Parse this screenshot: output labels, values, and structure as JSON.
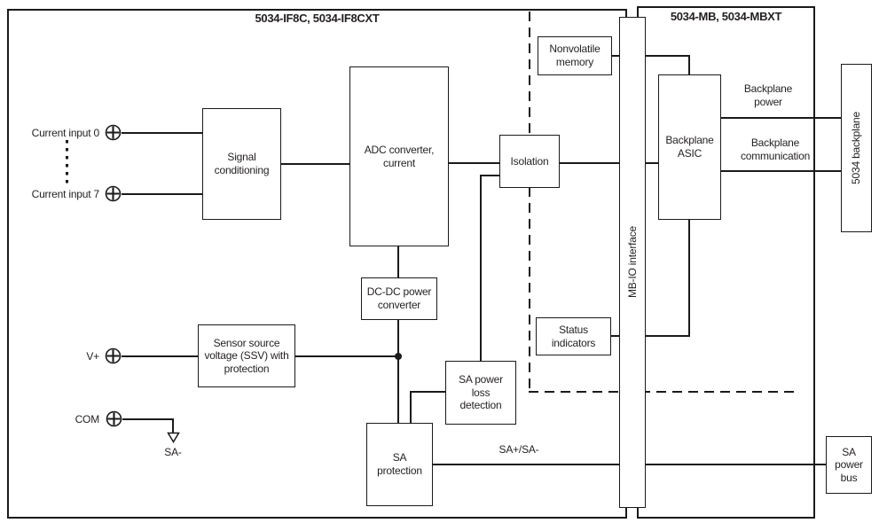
{
  "modules": {
    "left": {
      "title": "5034-IF8C, 5034-IF8CXT"
    },
    "right": {
      "title": "5034-MB, 5034-MBXT"
    }
  },
  "blocks": {
    "signal_conditioning": "Signal\nconditioning",
    "adc_converter": "ADC converter,\ncurrent",
    "isolation": "Isolation",
    "nonvolatile_memory": "Nonvolatile\nmemory",
    "status_indicators": "Status\nindicators",
    "mb_io_interface": "MB-IO interface",
    "backplane_asic": "Backplane\nASIC",
    "backplane_5034": "5034 backplane",
    "dcdc_converter": "DC-DC power\nconverter",
    "ssv": "Sensor source\nvoltage (SSV) with\nprotection",
    "sa_power_loss": "SA power\nloss\ndetection",
    "sa_protection": "SA\nprotection",
    "sa_power_bus": "SA\npower\nbus"
  },
  "labels": {
    "current_input_0": "Current input 0",
    "current_input_7": "Current input 7",
    "v_plus": "V+",
    "com": "COM",
    "sa_minus": "SA-",
    "sa_bus_line": "SA+/SA-",
    "backplane_power": "Backplane\npower",
    "backplane_communication": "Backplane\ncommunication"
  },
  "icons": {
    "screw_terminal": "screw-terminal",
    "ground": "chassis-ground",
    "junction": "junction-dot"
  },
  "colors": {
    "line": "#1a1a1a",
    "text": "#231f20",
    "background": "#ffffff"
  }
}
